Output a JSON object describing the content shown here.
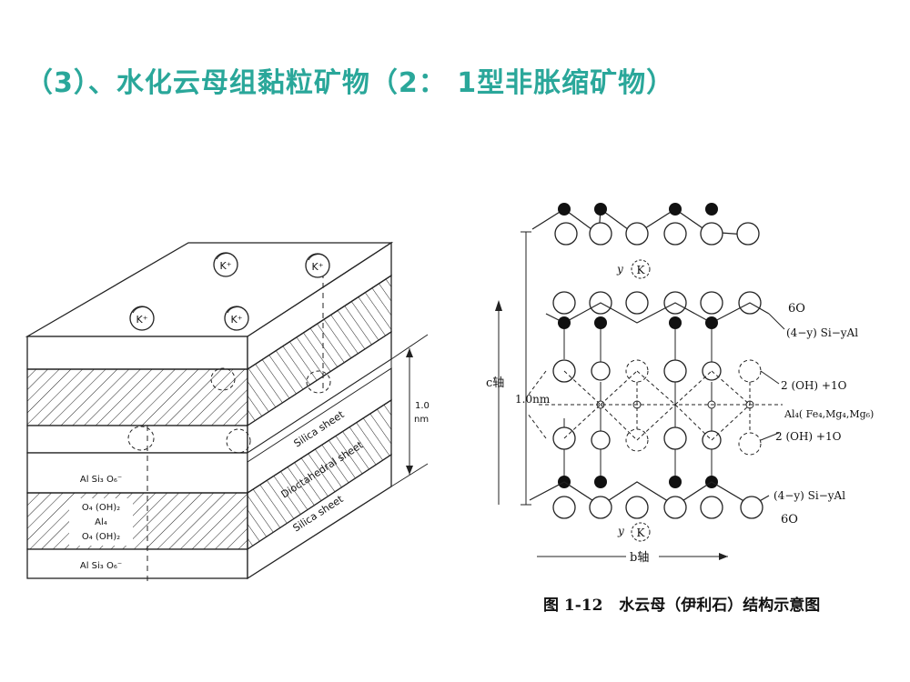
{
  "slide": {
    "title": "（3）、水化云母组黏粒矿物（2： 1型非胀缩矿物）"
  },
  "left_diagram": {
    "ions": [
      "K⁺",
      "K⁺",
      "K⁺",
      "K⁺"
    ],
    "spacing_label_1": "1.0",
    "spacing_label_2": "nm",
    "sheets": [
      "Silica sheet",
      "Dioctahedral sheet",
      "Silica sheet"
    ],
    "layer_labels": {
      "top_tetra": "Al Si₃ O₆⁻",
      "oct_1": "O₄ (OH)₂",
      "oct_2": "Al₄",
      "oct_3": "O₄ (OH)₂",
      "bottom_tetra": "Al Si₃ O₆⁻"
    }
  },
  "right_diagram": {
    "c_axis": "c轴",
    "spacing": "1.0nm",
    "yk_top": "y",
    "yk_bottom": "y",
    "k_symbol": "K",
    "labels": {
      "o6_top": "6O",
      "si_top": "(4−y) Si−yAl",
      "oh_top": "2 (OH) +1O",
      "al": "Al₄( Fe₄,Mg₄,Mg₆)",
      "oh_bottom": "2 (OH) +1O",
      "si_bottom": "(4−y) Si−yAl",
      "o6_bottom": "6O"
    },
    "b_axis": "b轴",
    "caption": "图 1-12   水云母（伊利石）结构示意图"
  }
}
